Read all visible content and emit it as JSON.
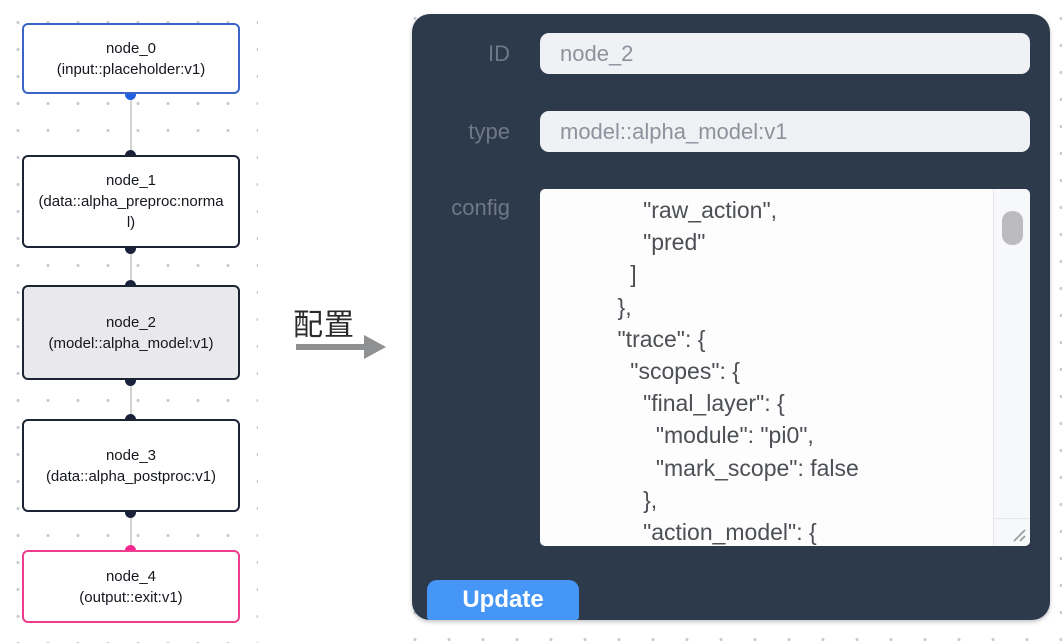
{
  "flow": {
    "selected_node": "node_2",
    "nodes": [
      {
        "title": "node_0",
        "subtitle": "(input::placeholder:v1)",
        "role": "input"
      },
      {
        "title": "node_1",
        "subtitle": "(data::alpha_preproc:normal)",
        "role": "data"
      },
      {
        "title": "node_2",
        "subtitle": "(model::alpha_model:v1)",
        "role": "model",
        "selected": true
      },
      {
        "title": "node_3",
        "subtitle": "(data::alpha_postproc:v1)",
        "role": "data"
      },
      {
        "title": "node_4",
        "subtitle": "(output::exit:v1)",
        "role": "output"
      }
    ],
    "colors": {
      "input_node_border": "#3b64c8",
      "default_node_border": "#1c2433",
      "output_node_border": "#ee3c8f",
      "selected_node_fill": "#e9e9eb",
      "edge": "#d2d2d2",
      "input_port": "#1f5fe0",
      "default_port": "#19223a",
      "output_port": "#f5268c"
    }
  },
  "transition": {
    "label": "配置"
  },
  "panel": {
    "id_field": {
      "label": "ID",
      "value": "node_2"
    },
    "type_field": {
      "label": "type",
      "value": "model::alpha_model:v1"
    },
    "config_field": {
      "label": "config",
      "lines": [
        "             \"raw_action\",",
        "             \"pred\"",
        "           ]",
        "         },",
        "         \"trace\": {",
        "           \"scopes\": {",
        "             \"final_layer\": {",
        "               \"module\": \"pi0\",",
        "               \"mark_scope\": false",
        "             },",
        "             \"action_model\": {"
      ]
    },
    "update_button": "Update",
    "colors": {
      "panel_bg": "#2d3a4b",
      "button": "#4596f7"
    }
  }
}
